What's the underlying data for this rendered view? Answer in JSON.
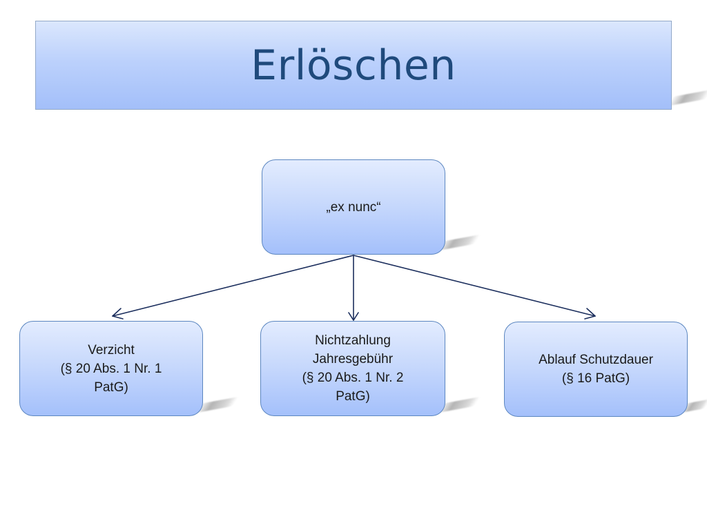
{
  "title": "Erlöschen",
  "root": {
    "label": "„ex nunc“"
  },
  "children": [
    {
      "label": "Verzicht\n(§ 20 Abs. 1 Nr. 1\nPatG)"
    },
    {
      "label": "Nichtzahlung\nJahresgebühr\n(§ 20 Abs. 1 Nr. 2\nPatG)"
    },
    {
      "label": "Ablauf Schutzdauer\n(§ 16 PatG)"
    }
  ],
  "colors": {
    "title_text": "#1f4a7c",
    "box_border": "#5b86c0",
    "arrow": "#1a2d5c"
  }
}
